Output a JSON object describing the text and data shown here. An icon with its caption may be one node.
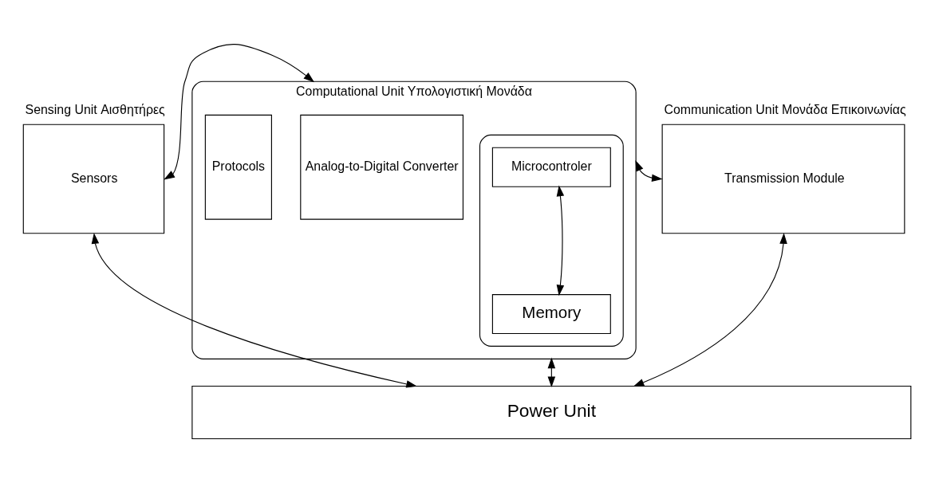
{
  "diagram": {
    "nodes": [
      {
        "text": [
          "Sensing Unit Αισθητήρες",
          "Sensors"
        ]
      },
      {
        "text": [
          "Computational Unit Υπολογιστική Μονάδα"
        ]
      },
      {
        "text": [
          "Analog-to-Digital Converter"
        ],
        "in": 1
      },
      {
        "text": [],
        "shape": "box",
        "in": 1
      },
      {
        "text": [
          "Microcontroler"
        ],
        "in": 3
      },
      {
        "text": [
          "Memory"
        ],
        "in": 3
      },
      {
        "text": [
          "Protocols"
        ],
        "in": 1
      },
      {
        "text": [
          "Communication Unit Μονάδα Επικοινωνίας",
          "Transmission Module"
        ]
      },
      {
        "text": [
          "Power Unit"
        ]
      }
    ],
    "edges": [
      {
        "from": 0,
        "to": 1,
        "arrow": "both"
      },
      {
        "from": 4,
        "to": 5,
        "arrow": "both"
      },
      {
        "from": 1,
        "to": 7,
        "arrow": "both"
      },
      {
        "from": 0,
        "to": 8,
        "arrow": "both"
      },
      {
        "from": 1,
        "to": 8,
        "arrow": "both"
      },
      {
        "from": 7,
        "to": 8,
        "arrow": "both"
      }
    ]
  }
}
